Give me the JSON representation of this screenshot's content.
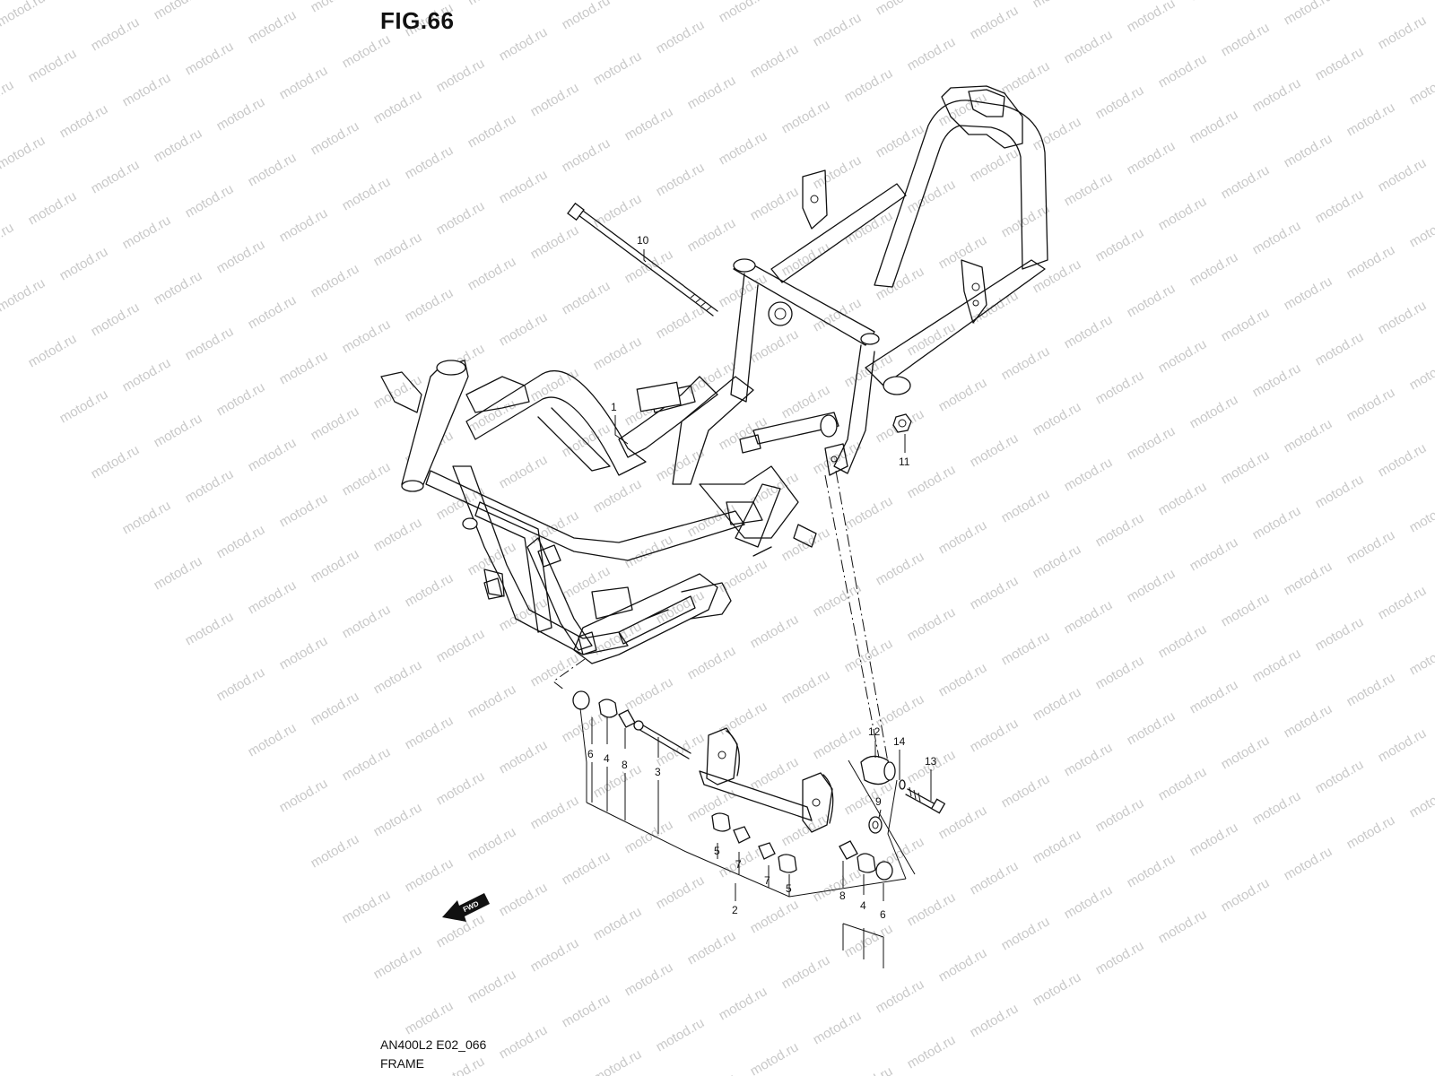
{
  "figure": {
    "title": "FIG.66",
    "code": "AN400L2 E02_066",
    "name": "FRAME"
  },
  "watermark": "motod.ru",
  "fwd_arrow": {
    "label": "FWD"
  },
  "callouts": [
    {
      "id": "c1",
      "text": "1"
    },
    {
      "id": "c10",
      "text": "10"
    },
    {
      "id": "c11",
      "text": "11"
    },
    {
      "id": "c12",
      "text": "12"
    },
    {
      "id": "c14",
      "text": "14"
    },
    {
      "id": "c13",
      "text": "13"
    },
    {
      "id": "c9",
      "text": "9"
    },
    {
      "id": "c6a",
      "text": "6"
    },
    {
      "id": "c4a",
      "text": "4"
    },
    {
      "id": "c8a",
      "text": "8"
    },
    {
      "id": "c3",
      "text": "3"
    },
    {
      "id": "c5a",
      "text": "5"
    },
    {
      "id": "c7a",
      "text": "7"
    },
    {
      "id": "c7b",
      "text": "7"
    },
    {
      "id": "c5b",
      "text": "5"
    },
    {
      "id": "c2",
      "text": "2"
    },
    {
      "id": "c8b",
      "text": "8"
    },
    {
      "id": "c4b",
      "text": "4"
    },
    {
      "id": "c6b",
      "text": "6"
    }
  ]
}
